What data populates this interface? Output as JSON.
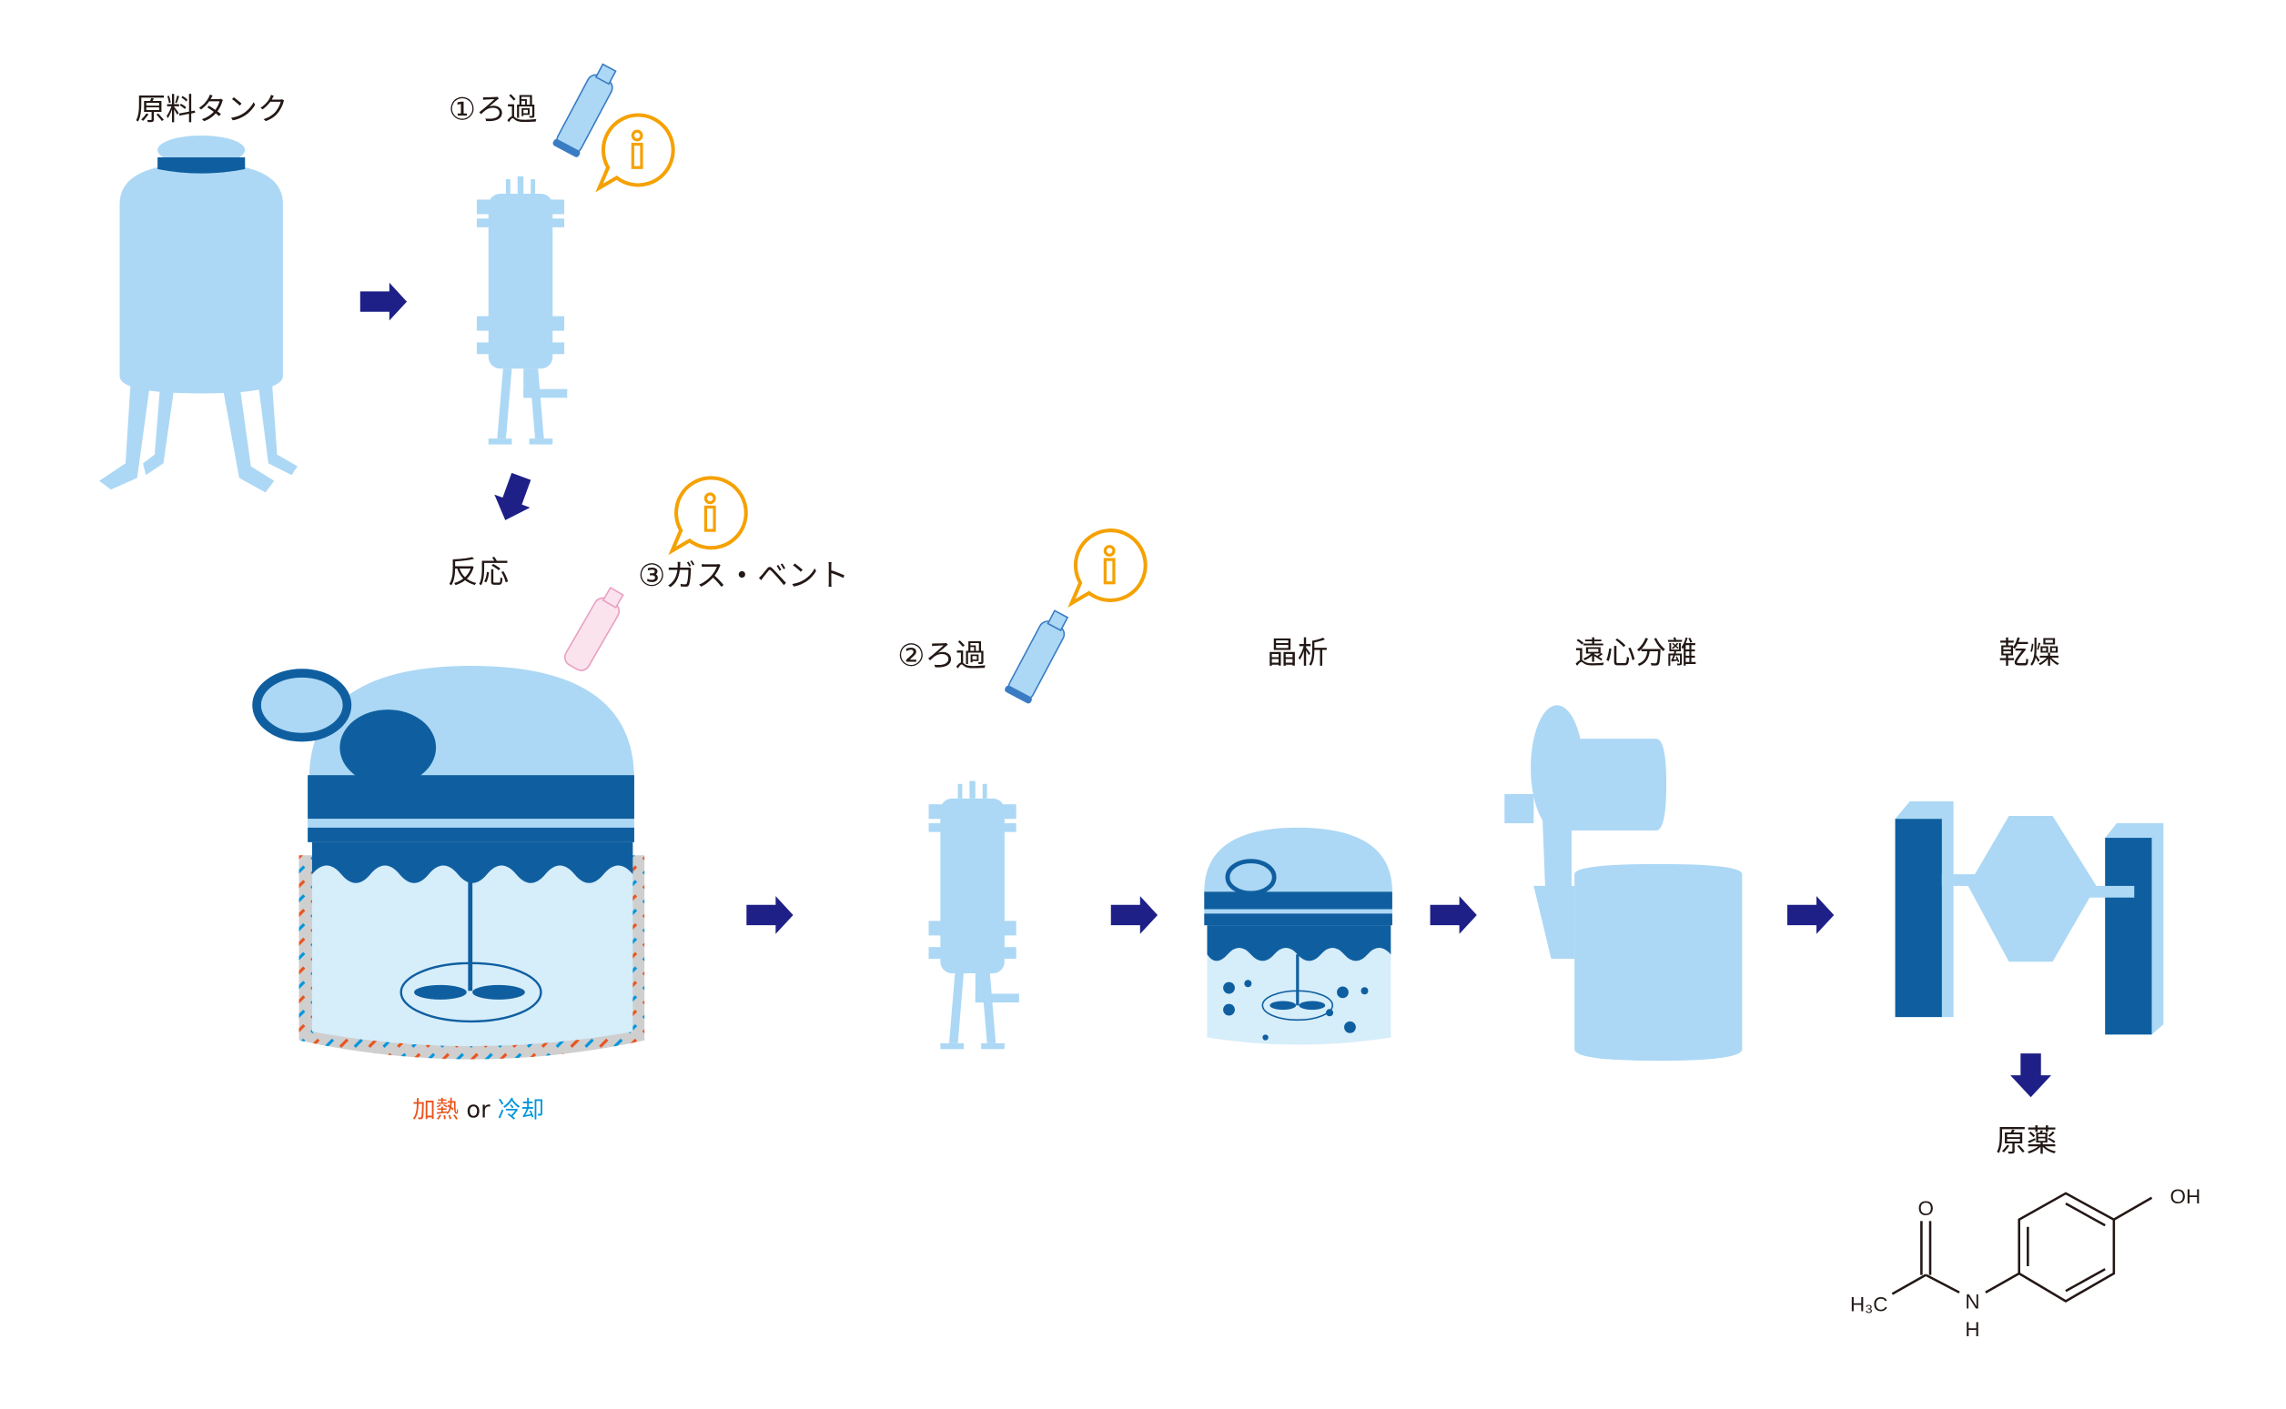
{
  "colors": {
    "equipment": "#acd8f5",
    "equipment_dark": "#0f5fa0",
    "liquid": "#d6edfa",
    "arrow": "#1e2088",
    "info": "#f5a100",
    "heat": "#e8541e",
    "cool": "#0096dc",
    "text": "#231815"
  },
  "steps": {
    "raw_tank": "原料タンク",
    "filtration1": "①ろ過",
    "reaction": "反応",
    "gas_vent": "③ガス・ベント",
    "filtration2": "②ろ過",
    "crystallization": "晶析",
    "centrifuge": "遠心分離",
    "drying": "乾燥",
    "api": "原薬"
  },
  "jacket_caption": {
    "heat": "加熱",
    "or": " or ",
    "cool": "冷却"
  },
  "info_icon": "i",
  "molecule": {
    "o": "O",
    "oh": "OH",
    "n": "N",
    "h": "H",
    "h3c": "H₃C"
  }
}
